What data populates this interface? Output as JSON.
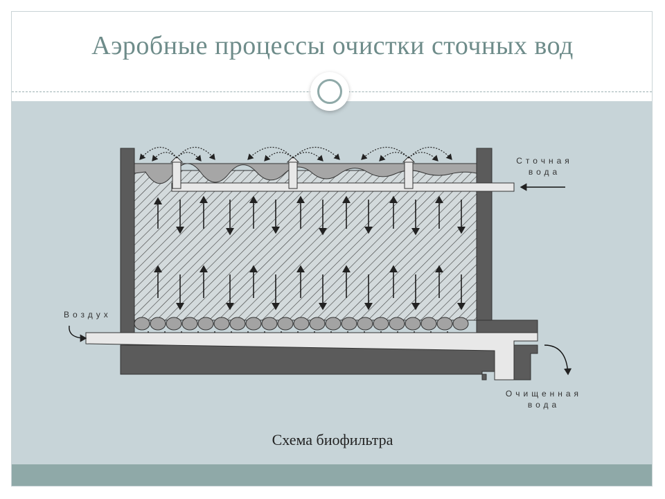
{
  "slide": {
    "title": "Аэробные процессы очистки сточных вод",
    "caption": "Схема биофильтра"
  },
  "labels": {
    "wastewater_line1": "Сточная",
    "wastewater_line2": "вода",
    "air": "Воздух",
    "treated_line1": "Очищенная",
    "treated_line2": "вода"
  },
  "colors": {
    "accent": "#8fa9a8",
    "panel": "#c7d4d8",
    "wall": "#5b5b5b",
    "pipe": "#e8e8e8"
  }
}
